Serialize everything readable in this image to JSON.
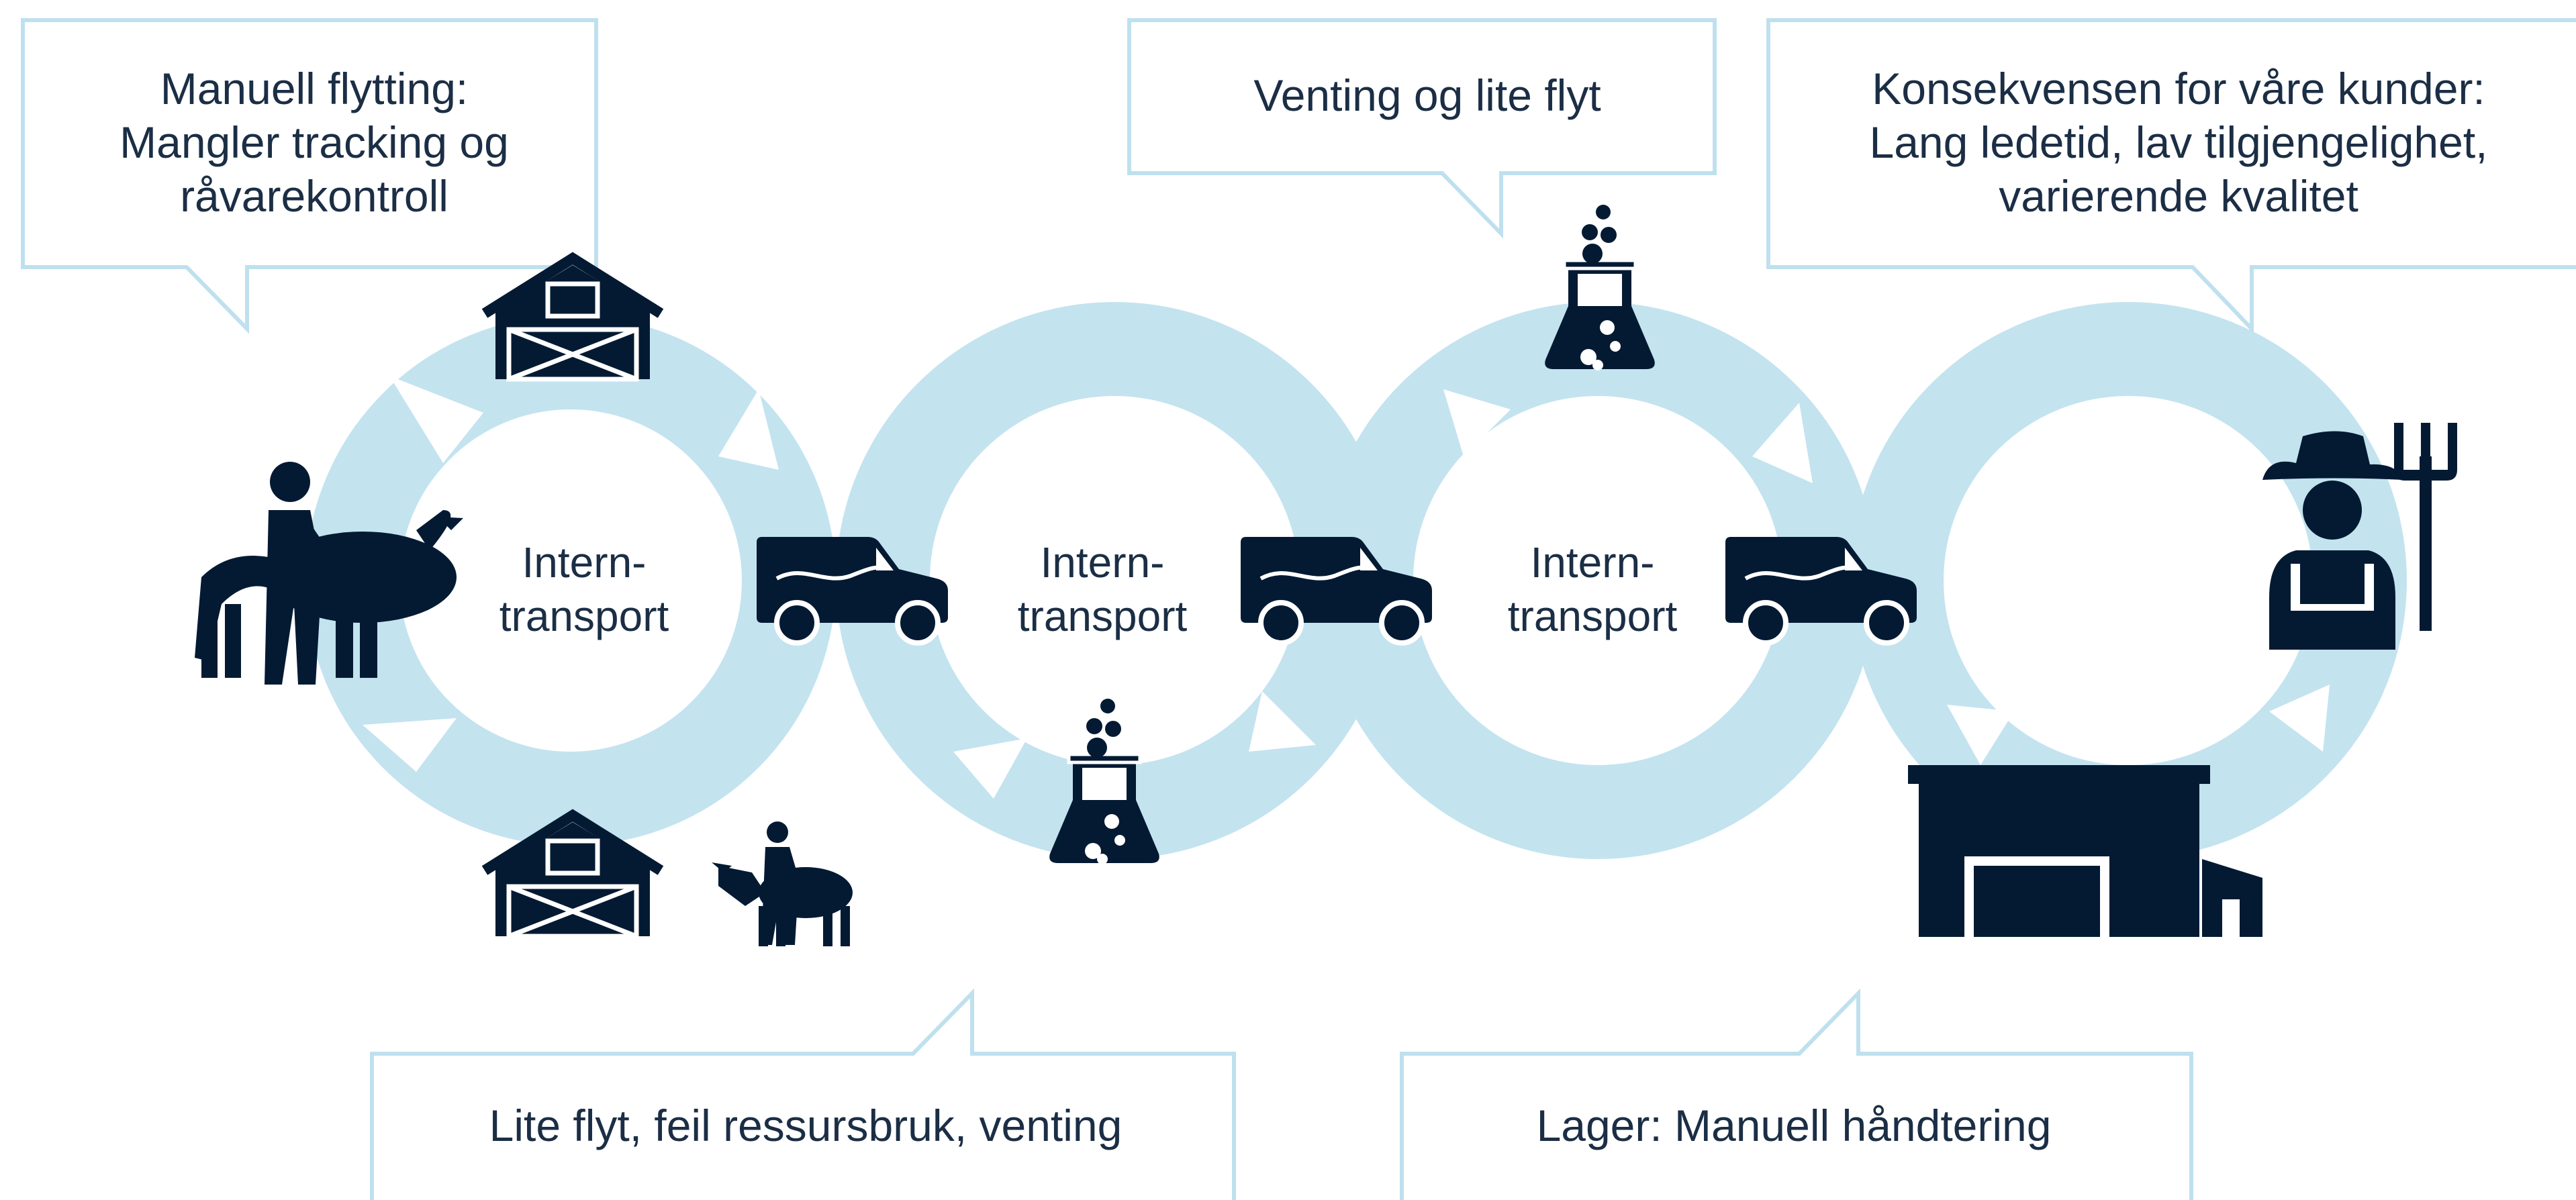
{
  "colors": {
    "icon": "#041a33",
    "loop": "#c3e3ef",
    "callout_border": "#bfe0ee",
    "text": "#1b2e45"
  },
  "callouts": {
    "manual_move": {
      "lines": [
        "Manuell flytting:",
        "Mangler tracking og",
        "råvarekontroll"
      ]
    },
    "waiting": {
      "lines": [
        "Venting og lite flyt"
      ]
    },
    "consequence": {
      "lines": [
        "Konsekvensen for våre kunder:",
        "Lang ledetid, lav tilgjengelighet,",
        "varierende kvalitet"
      ]
    },
    "little_flow": {
      "lines": [
        "Lite flyt, feil ressursbruk, venting"
      ]
    },
    "warehouse": {
      "lines": [
        "Lager: Manuell håndtering"
      ]
    }
  },
  "loops": {
    "loop1": {
      "lines": [
        "Intern-",
        "transport"
      ]
    },
    "loop2": {
      "lines": [
        "Intern-",
        "transport"
      ]
    },
    "loop3": {
      "lines": [
        "Intern-",
        "transport"
      ]
    }
  },
  "icons": [
    "farmer-with-cow-icon",
    "barn-icon",
    "barn-icon",
    "cow-with-farmer-icon",
    "van-icon",
    "van-icon",
    "van-icon",
    "lab-flask-icon",
    "lab-flask-icon",
    "warehouse-icon",
    "farmer-with-pitchfork-icon"
  ]
}
